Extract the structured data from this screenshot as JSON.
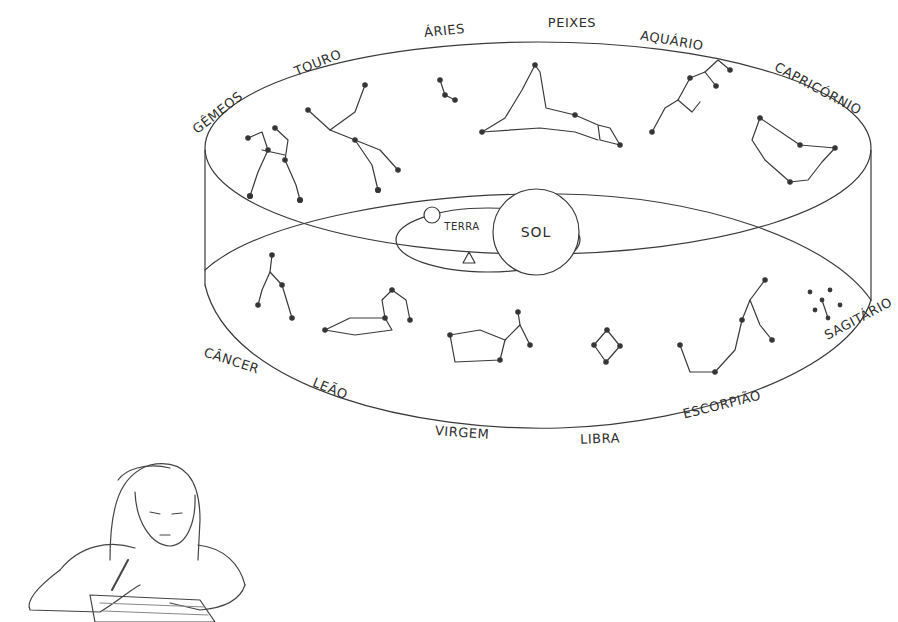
{
  "diagram": {
    "nodes": [
      {
        "text": [
          "SOL"
        ]
      }
    ],
    "labels": [
      "GÊMEOS",
      "TOURO",
      "ÁRIES",
      "PEIXES",
      "AQUÁRIO",
      "CAPRICÓRNIO",
      "CÂNCER",
      "LEÃO",
      "VIRGEM",
      "LIBRA",
      "ESCORPIÃO",
      "SAGITÁRIO",
      "TERRA"
    ]
  }
}
